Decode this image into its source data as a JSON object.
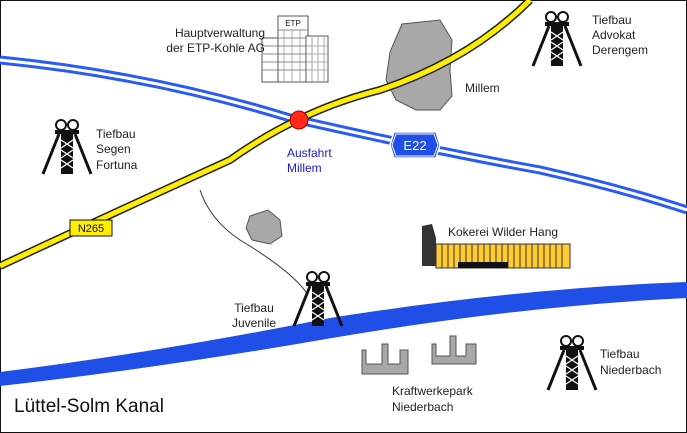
{
  "map": {
    "canal_name": "Lüttel-Solm Kanal",
    "highway": {
      "label": "E22"
    },
    "road": {
      "label": "N265"
    },
    "exit": {
      "label_line1": "Ausfahrt",
      "label_line2": "Millem"
    },
    "town": {
      "label": "Millem"
    },
    "headquarters": {
      "label_line1": "Hauptverwaltung",
      "label_line2": "der ETP-Kohle AG",
      "building_sign": "ETP"
    },
    "coking_plant": {
      "label": "Kokerei Wilder Hang"
    },
    "power_plant": {
      "label_line1": "Kraftwerkepark",
      "label_line2": "Niederbach"
    },
    "mines": [
      {
        "line1": "Tiefbau",
        "line2": "Advokat",
        "line3": "Derengem"
      },
      {
        "line1": "Tiefbau",
        "line2": "Segen",
        "line3": "Fortuna"
      },
      {
        "line1": "Tiefbau",
        "line2": "Juvenile",
        "line3": ""
      },
      {
        "line1": "Tiefbau",
        "line2": "Niederbach",
        "line3": ""
      }
    ],
    "colors": {
      "highway": "#2a5cf5",
      "road": "#ffee00",
      "canal": "#1f4fe6",
      "exit_marker": "#ff2a1a",
      "terrain": "#a8a8a8",
      "coking_plant": "#ffcc33"
    }
  }
}
